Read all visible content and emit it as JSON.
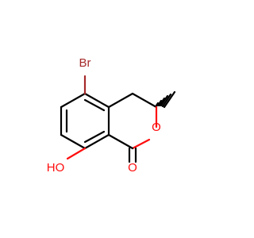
{
  "molecule": {
    "atoms": {
      "br": {
        "label": "Br",
        "color": "#a62929"
      },
      "ring_o": {
        "label": "O",
        "color": "#ff0d0d"
      },
      "carbonyl_o": {
        "label": "O",
        "color": "#ff0d0d"
      },
      "hydroxyl": {
        "label": "HO",
        "color": "#ff0d0d"
      }
    },
    "stereo": {
      "center": "C3",
      "bond_to_methyl": "hashed-wedge"
    }
  }
}
